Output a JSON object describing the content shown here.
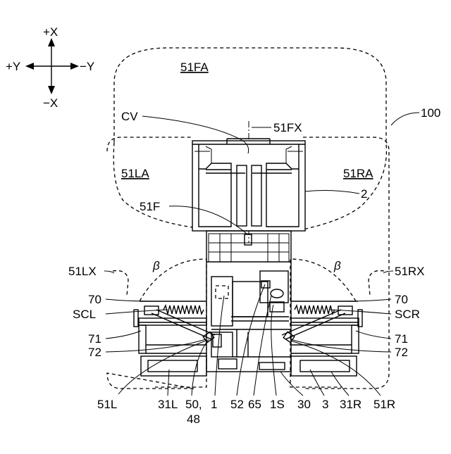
{
  "axes": {
    "plus_x": "+X",
    "minus_x": "−X",
    "plus_y": "+Y",
    "minus_y": "−Y"
  },
  "areas": {
    "front": "51FA",
    "left": "51LA",
    "right": "51RA"
  },
  "labels": {
    "l100": "100",
    "cv": "CV",
    "l51fx": "51FX",
    "l2": "2",
    "l51f": "51F",
    "l51lx": "51LX",
    "l51rx": "51RX",
    "beta_left": "β",
    "beta_right": "β",
    "l70_left": "70",
    "l70_right": "70",
    "scl": "SCL",
    "scr": "SCR",
    "l71_left": "71",
    "l71_right": "71",
    "l72_left": "72",
    "l72_right": "72",
    "l51l": "51L",
    "l31l": "31L",
    "l50": "50,",
    "l48": "48",
    "l1": "1",
    "l52": "52",
    "l65": "65",
    "l1s": "1S",
    "l30": "30",
    "l3": "3",
    "l31r": "31R",
    "l51r": "51R"
  }
}
